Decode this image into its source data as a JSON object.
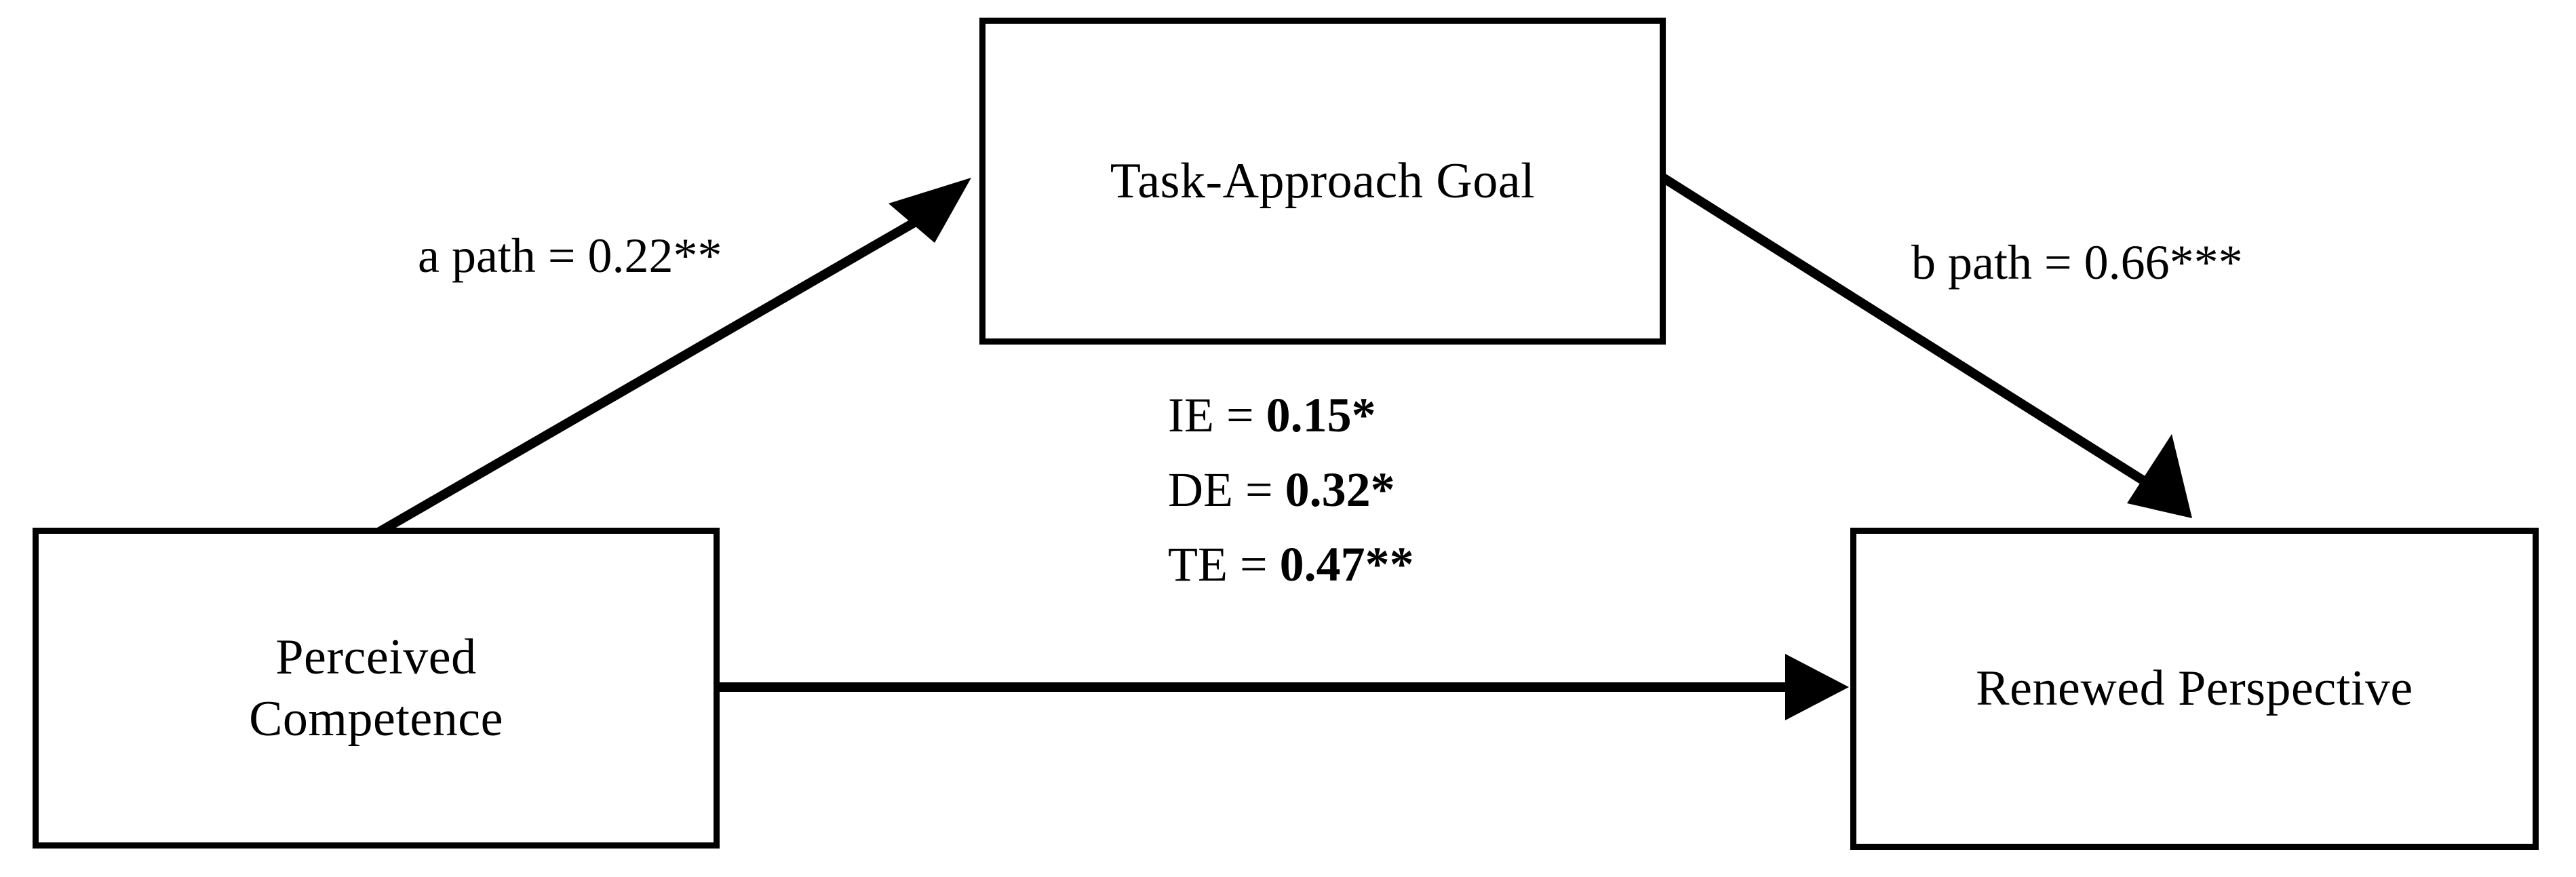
{
  "figure": {
    "type": "mediation-path-diagram",
    "background_color": "#ffffff",
    "line_color": "#000000",
    "text_color": "#000000"
  },
  "nodes": {
    "predictor": {
      "label": "Perceived\nCompetence",
      "role": "independent-variable"
    },
    "mediator": {
      "label": "Task-Approach Goal",
      "role": "mediator"
    },
    "outcome": {
      "label": "Renewed Perspective",
      "role": "dependent-variable"
    }
  },
  "paths": {
    "a": {
      "label": "a path = 0.22**",
      "coefficient": "0.22",
      "significance": "**",
      "from": "predictor",
      "to": "mediator"
    },
    "b": {
      "label": "b path = 0.66***",
      "coefficient": "0.66",
      "significance": "***",
      "from": "mediator",
      "to": "outcome"
    },
    "c": {
      "from": "predictor",
      "to": "outcome"
    }
  },
  "effects": [
    {
      "name": "IE =",
      "value": "0.15*",
      "coefficient": "0.15",
      "significance": "*"
    },
    {
      "name": "DE =",
      "value": "0.32*",
      "coefficient": "0.32",
      "significance": "*"
    },
    {
      "name": "TE =",
      "value": "0.47**",
      "coefficient": "0.47",
      "significance": "**"
    }
  ]
}
